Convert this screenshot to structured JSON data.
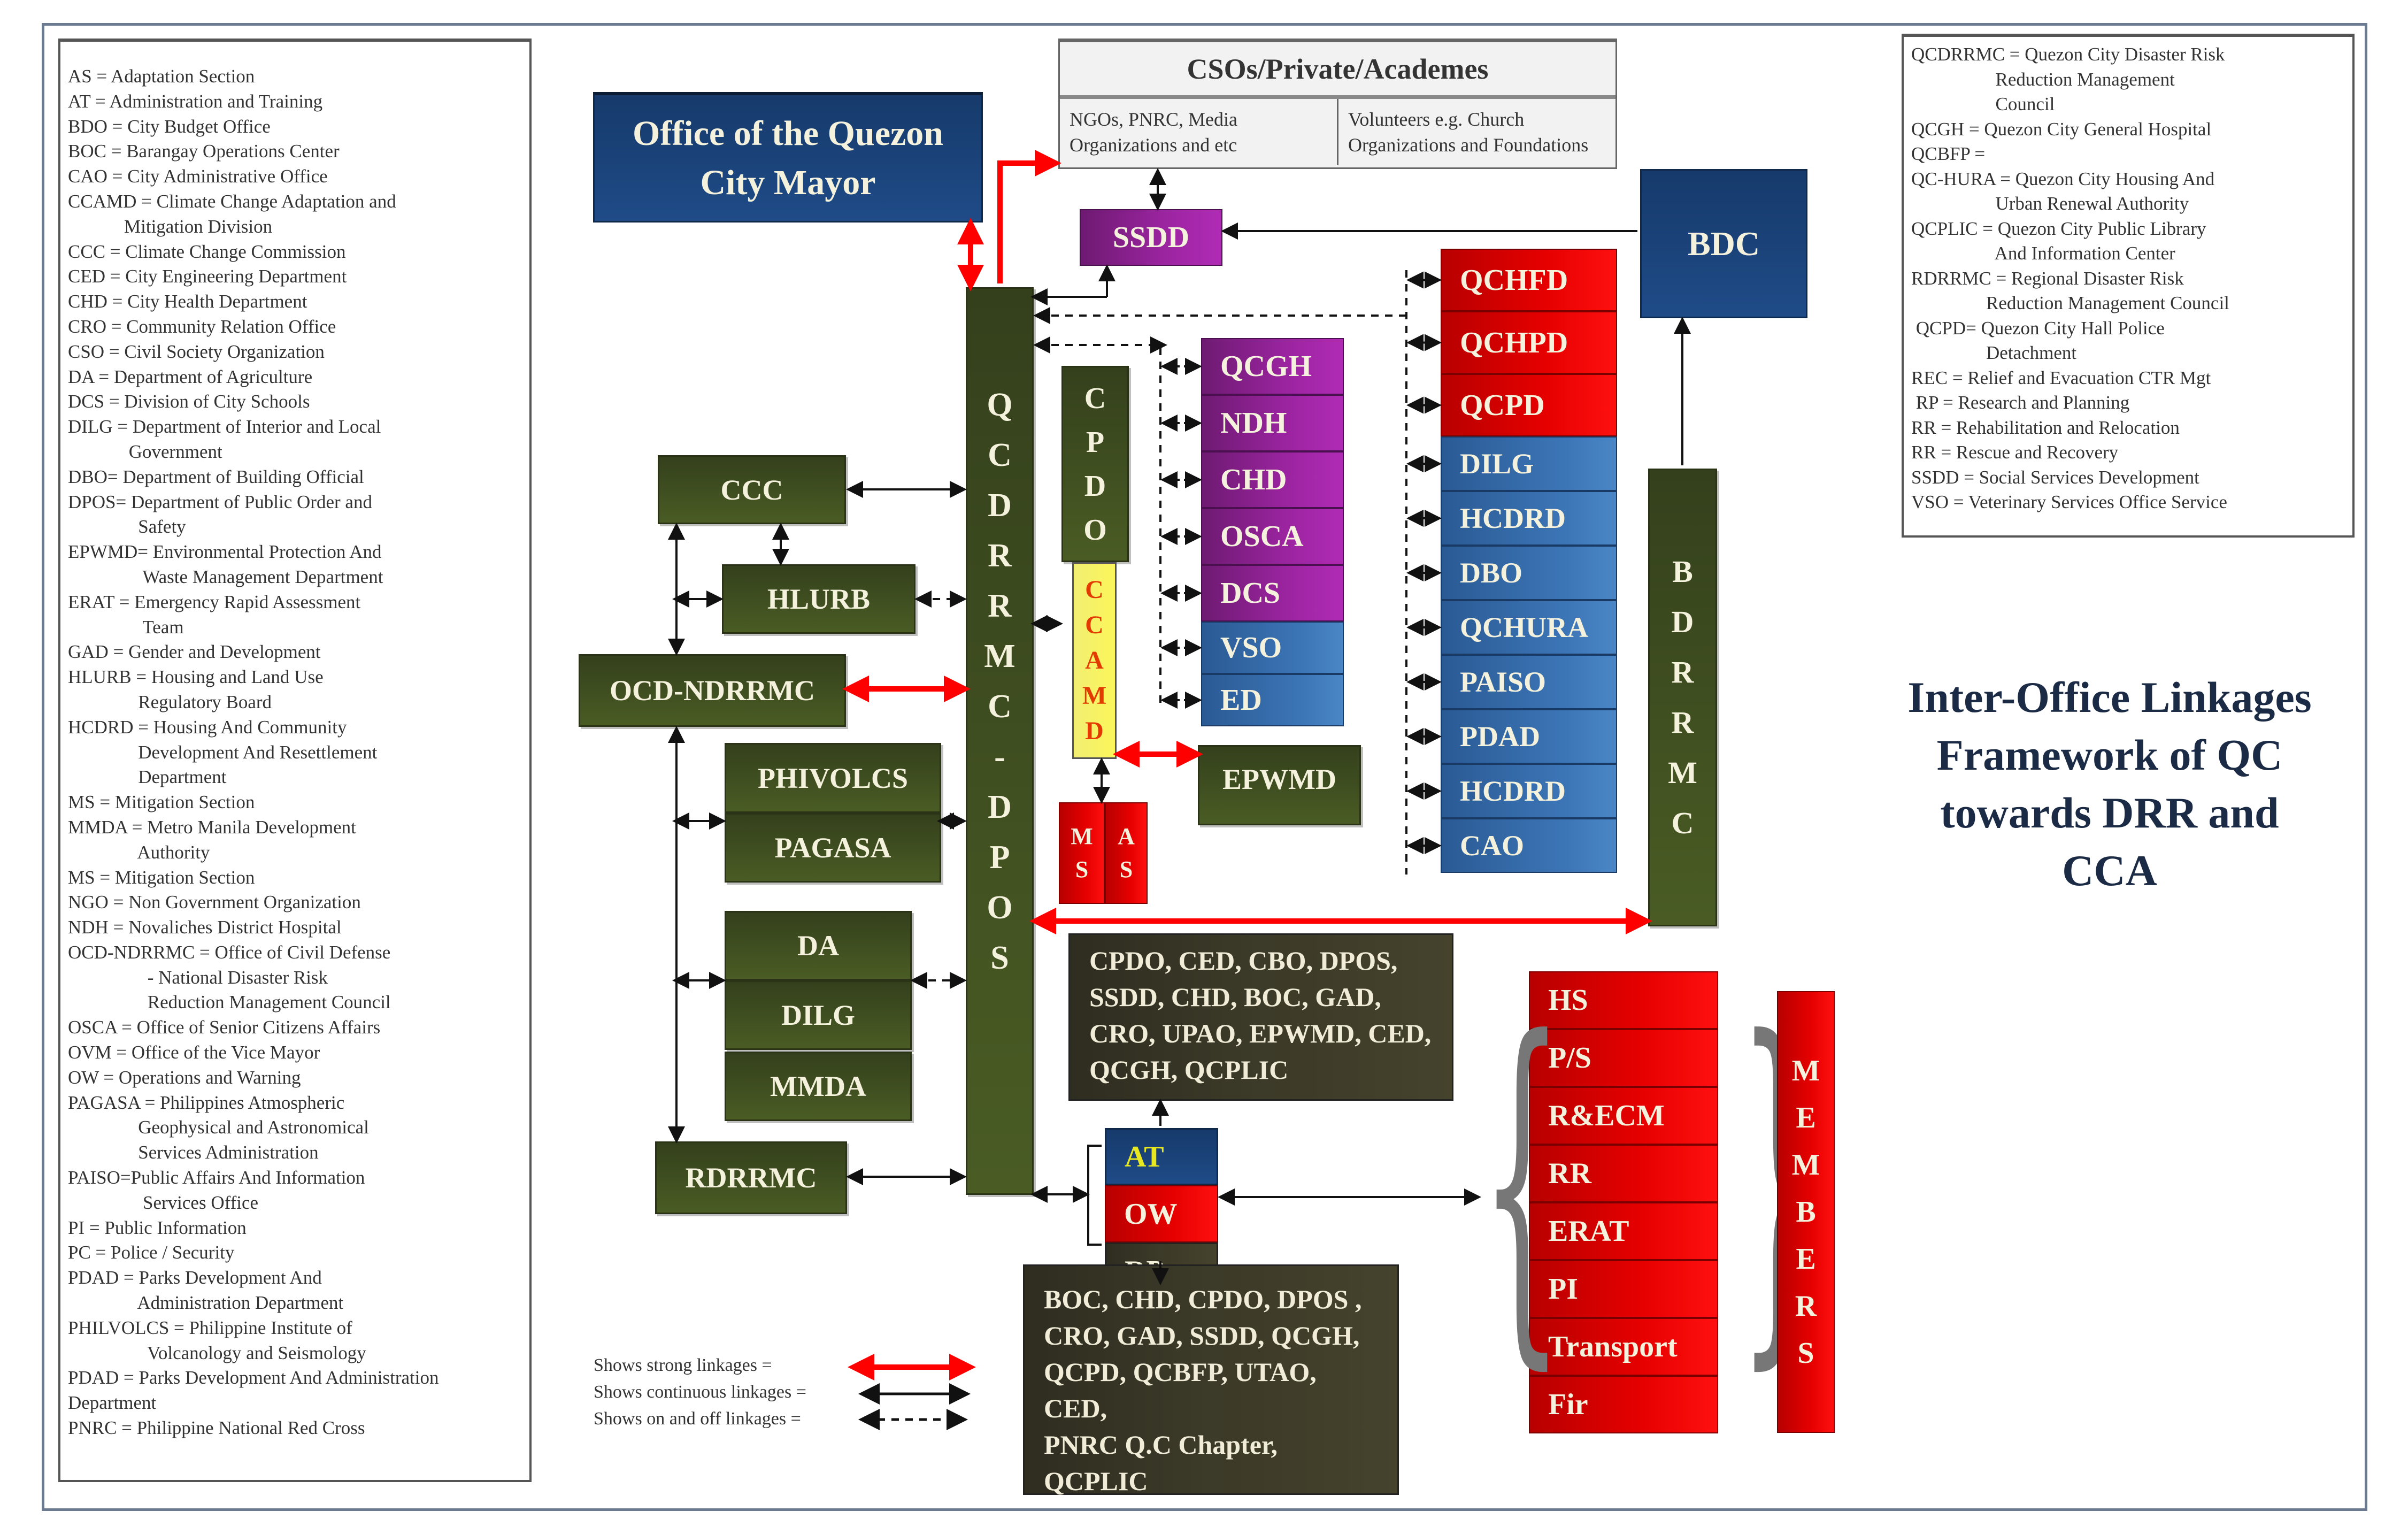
{
  "title": "Inter-Office Linkages Framework of QC towards DRR and CCA",
  "title_lines": [
    "Inter-Office Linkages",
    "Framework of QC",
    "towards DRR and",
    "CCA"
  ],
  "colors": {
    "green": "#3f4f20",
    "navy": "#1b4276",
    "purple": "#9b24a0",
    "blue": "#3c75b6",
    "red": "#e60000",
    "yellow": "#f5f06a",
    "strong_link": "#ff0000",
    "frame": "#6b7a90"
  },
  "left_legend": [
    "AS = Adaptation Section",
    "AT = Administration and Training",
    "BDO = City Budget Office",
    "BOC = Barangay Operations Center",
    "CAO = City Administrative Office",
    "CCAMD = Climate Change Adaptation and",
    "            Mitigation Division",
    "CCC = Climate Change Commission",
    "CED = City Engineering Department",
    "CHD = City Health Department",
    "CRO = Community Relation Office",
    "CSO = Civil Society Organization",
    "DA = Department of Agriculture",
    "DCS = Division of City Schools",
    "DILG = Department of Interior and Local",
    "             Government",
    "DBO= Department of Building Official",
    "DPOS= Department of Public Order and",
    "               Safety",
    "EPWMD= Environmental Protection And",
    "                Waste Management Department",
    "ERAT = Emergency Rapid Assessment",
    "                Team",
    "GAD = Gender and Development",
    "HLURB = Housing and Land Use",
    "               Regulatory Board",
    "HCDRD = Housing And Community",
    "               Development And Resettlement",
    "               Department",
    "MS = Mitigation Section",
    "MMDA = Metro Manila Development",
    "               Authority",
    "MS = Mitigation Section",
    "NGO = Non Government Organization",
    "NDH = Novaliches District Hospital",
    "OCD-NDRRMC = Office of Civil Defense",
    "                 - National Disaster Risk",
    "                 Reduction Management Council",
    "OSCA = Office of Senior Citizens Affairs",
    "OVM = Office of the Vice Mayor",
    "OW = Operations and Warning",
    "PAGASA = Philippines Atmospheric",
    "               Geophysical and Astronomical",
    "               Services Administration",
    "PAISO=Public Affairs And Information",
    "                Services Office",
    "PI = Public Information",
    "PC = Police / Security",
    "PDAD = Parks Development And",
    "               Administration Department",
    "PHILVOLCS = Philippine Institute of",
    "                 Volcanology and Seismology",
    "PDAD = Parks Development And Administration",
    "Department",
    "PNRC = Philippine National Red Cross"
  ],
  "right_legend": [
    "QCDRRMC = Quezon City Disaster Risk",
    "                  Reduction Management",
    "                  Council",
    "QCGH = Quezon City General Hospital",
    "QCBFP =",
    "QC-HURA = Quezon City Housing And",
    "                  Urban Renewal Authority",
    "QCPLIC = Quezon City Public Library",
    "                  And Information Center",
    "RDRRMC = Regional Disaster Risk",
    "                Reduction Management Council",
    " QCPD= Quezon City Hall Police",
    "                Detachment",
    "REC = Relief and Evacuation CTR Mgt",
    " RP = Research and Planning",
    "RR = Rehabilitation and Relocation",
    "RR = Rescue and Recovery",
    "SSDD = Social Services Development",
    "VSO = Veterinary Services Office Service"
  ],
  "mayor": {
    "line1": "Office of the Quezon",
    "line2": "City Mayor"
  },
  "cso": {
    "title": "CSOs/Private/Academes",
    "col1": [
      "NGOs, PNRC, Media",
      "Organizations and etc"
    ],
    "col2": [
      "Volunteers e.g. Church",
      "Organizations and Foundations"
    ]
  },
  "ssdd": "SSDD",
  "bdc": "BDC",
  "qcdrrmc_letters": [
    "Q",
    "C",
    "D",
    "R",
    "R",
    "M",
    "C",
    "-",
    "D",
    "P",
    "O",
    "S"
  ],
  "cpdo_letters": [
    "C",
    "P",
    "D",
    "O"
  ],
  "ccamd_letters": [
    "C",
    "C",
    "A",
    "M",
    "D"
  ],
  "ms_letters": [
    "M",
    "S"
  ],
  "as_letters": [
    "A",
    "S"
  ],
  "bdrrmc_letters": [
    "B",
    "D",
    "R",
    "R",
    "M",
    "C"
  ],
  "members_letters": [
    "M",
    "E",
    "M",
    "B",
    "E",
    "R",
    "S"
  ],
  "left_boxes": {
    "ccc": "CCC",
    "hlurb": "HLURB",
    "ocd": "OCD-NDRRMC",
    "phivolcs": "PHIVOLCS",
    "pagasa": "PAGASA",
    "da": "DA",
    "dilg": "DILG",
    "mmda": "MMDA",
    "rdrrmc": "RDRRMC"
  },
  "purple_stack": [
    "QCGH",
    "NDH",
    "CHD",
    "OSCA",
    "DCS"
  ],
  "blue_small_stack": [
    "VSO",
    "ED"
  ],
  "red_stack": [
    "QCHFD",
    "QCHPD",
    "QCPD"
  ],
  "blue_stack": [
    "DILG",
    "HCDRD",
    "DBO",
    "QCHURA",
    "PAISO",
    "PDAD",
    "HCDRD",
    "CAO"
  ],
  "epwmd": "EPWMD",
  "group_box_1": [
    "CPDO, CED, CBO, DPOS,",
    "SSDD, CHD, BOC, GAD,",
    "CRO, UPAO, EPWMD, CED,",
    "QCGH, QCPLIC"
  ],
  "at_ow_rp": [
    "AT",
    "OW",
    "RP"
  ],
  "group_box_2": [
    "BOC, CHD, CPDO, DPOS ,",
    "CRO, GAD, SSDD, QCGH,",
    "QCPD, QCBFP, UTAO, CED,",
    "PNRC Q.C Chapter, QCPLIC"
  ],
  "members_stack": [
    "HS",
    "P/S",
    "R&ECM",
    "RR",
    "ERAT",
    "PI",
    "Transport",
    "Fir"
  ],
  "link_legend": {
    "strong": "Shows strong linkages  =",
    "continuous": "Shows continuous linkages =",
    "onoff": "Shows on and off linkages ="
  }
}
